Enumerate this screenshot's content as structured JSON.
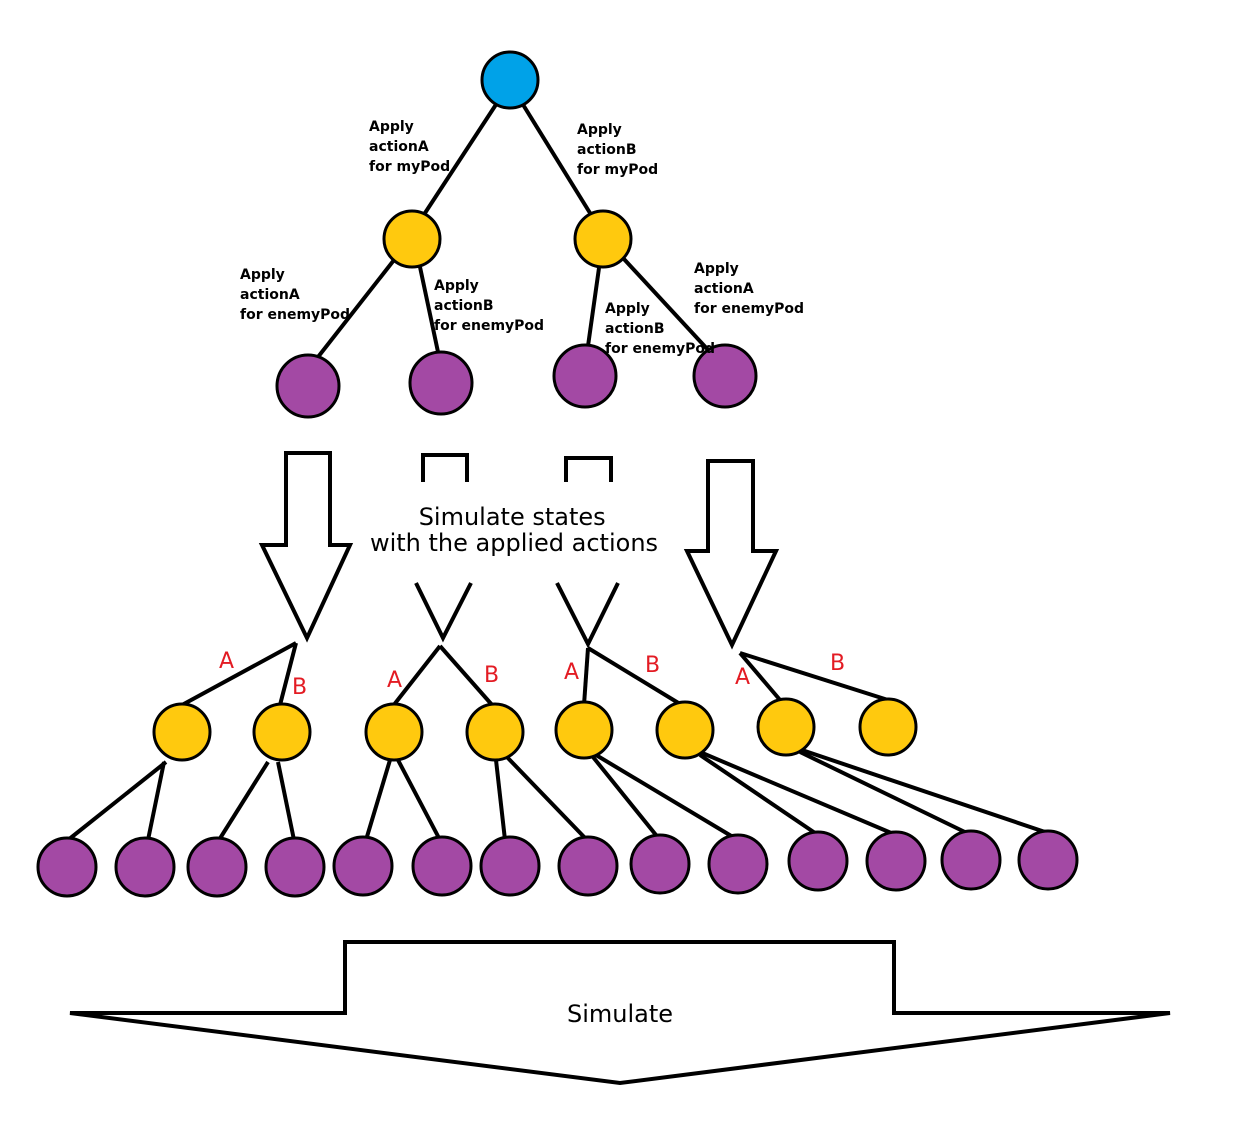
{
  "colors": {
    "root": "#00a2e8",
    "mypod_node": "#ffc90e",
    "enemy_node": "#a349a4",
    "edge": "#000000",
    "letter": "#e31b23",
    "background": "#ffffff"
  },
  "top_tree": {
    "my_pod_labels": [
      [
        "Apply",
        "actionA",
        "for myPod"
      ],
      [
        "Apply",
        "actionB",
        "for myPod"
      ]
    ],
    "enemy_pod_labels": [
      [
        "Apply",
        "actionA",
        "for enemyPod"
      ],
      [
        "Apply",
        "actionB",
        "for enemyPod"
      ],
      [
        "Apply",
        "actionB",
        "for enemyPod"
      ],
      [
        "Apply",
        "actionA",
        "for enemyPod"
      ]
    ]
  },
  "middle_label": [
    "Simulate states",
    "with the applied actions"
  ],
  "branch_letters": [
    "A",
    "B",
    "A",
    "B",
    "A",
    "B",
    "A",
    "B"
  ],
  "bottom_label": "Simulate"
}
